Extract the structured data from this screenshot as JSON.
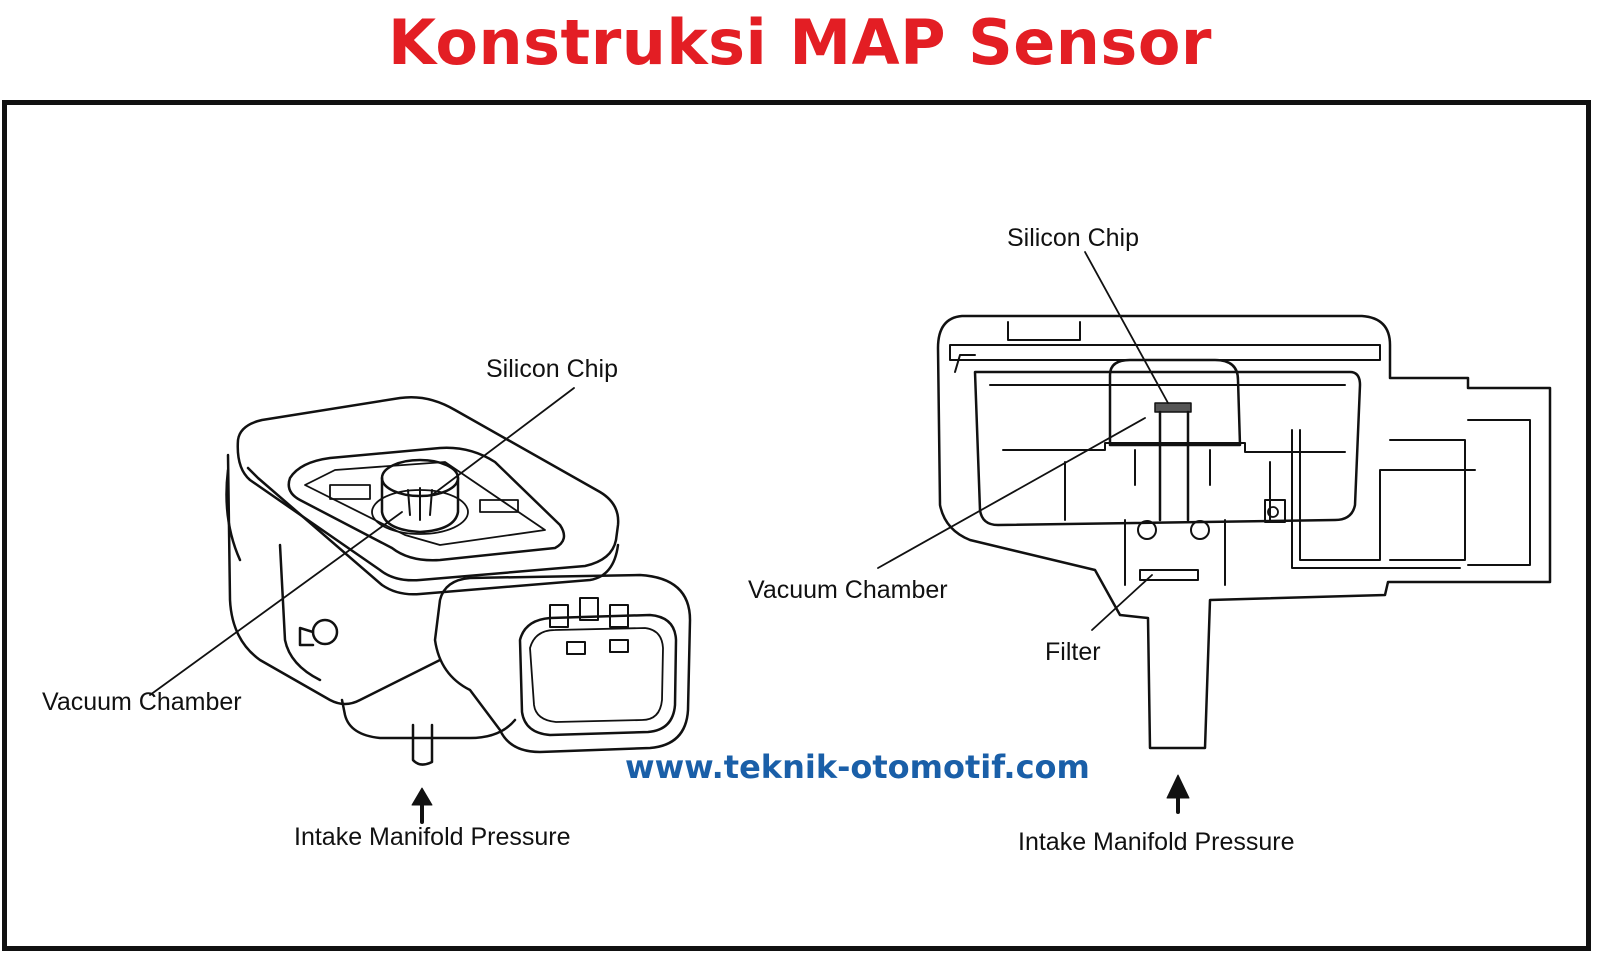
{
  "title": "Konstruksi MAP Sensor",
  "watermark": "www.teknik-otomotif.com",
  "colors": {
    "title": "#e31e24",
    "watermark": "#1a5fa8",
    "line": "#111111"
  },
  "left_figure": {
    "labels": {
      "silicon_chip": "Silicon Chip",
      "vacuum_chamber": "Vacuum Chamber",
      "intake_manifold_pressure": "Intake Manifold Pressure"
    }
  },
  "right_figure": {
    "labels": {
      "silicon_chip": "Silicon Chip",
      "vacuum_chamber": "Vacuum Chamber",
      "filter": "Filter",
      "intake_manifold_pressure": "Intake Manifold Pressure"
    }
  }
}
